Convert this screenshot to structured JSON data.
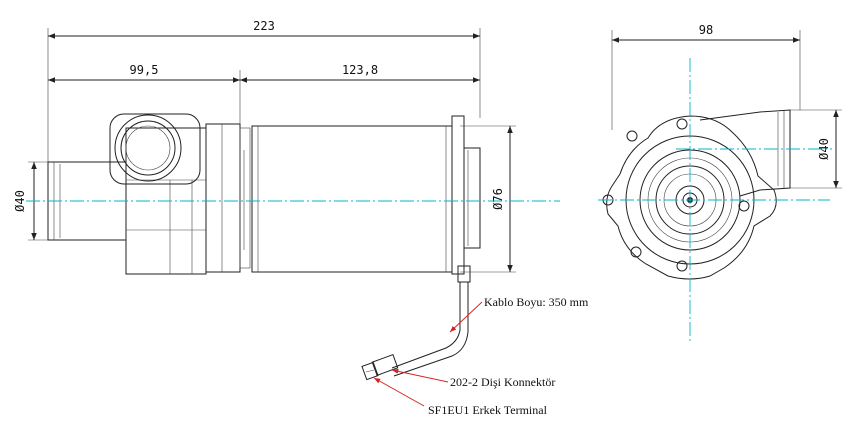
{
  "dimensions": {
    "overall_length": "223",
    "pump_head_length": "99,5",
    "motor_length": "123,8",
    "inlet_diameter_side": "Ø40",
    "motor_diameter": "Ø76",
    "front_width": "98",
    "outlet_diameter_front": "Ø40"
  },
  "annotations": {
    "cable_length": "Kablo Boyu: 350 mm",
    "female_connector": "202-2 Dişi Konnektör",
    "male_terminal": "SF1EU1 Erkek Terminal"
  },
  "colors": {
    "centerline": "#00b8c8",
    "leader_lines": "#d42020",
    "outline": "#222222"
  }
}
